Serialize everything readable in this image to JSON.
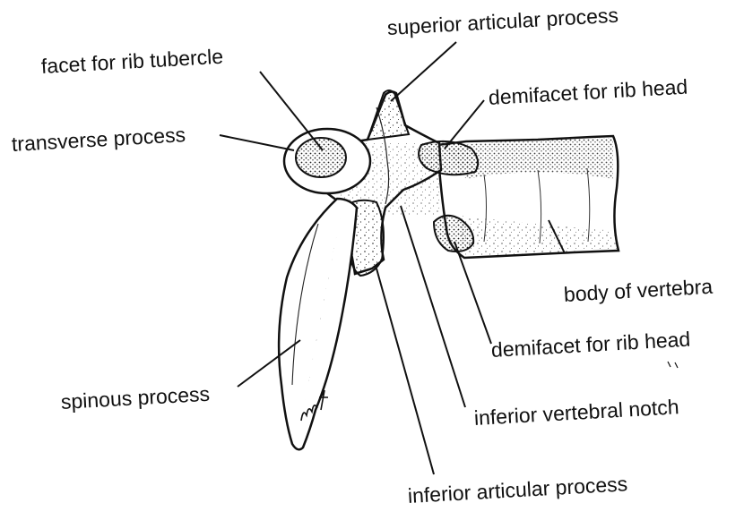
{
  "labels": {
    "superior_articular_process": "superior articular process",
    "facet_for_rib_tubercle": "facet for rib tubercle",
    "demifacet_upper": "demifacet for rib head",
    "transverse_process": "transverse process",
    "body_of_vertebra": "body of vertebra",
    "demifacet_lower": "demifacet for rib head",
    "spinous_process": "spinous process",
    "inferior_vertebral_notch": "inferior vertebral notch",
    "inferior_articular_process": "inferior articular process"
  },
  "signature": "mf",
  "colors": {
    "ink": "#111111",
    "paper": "#ffffff"
  }
}
